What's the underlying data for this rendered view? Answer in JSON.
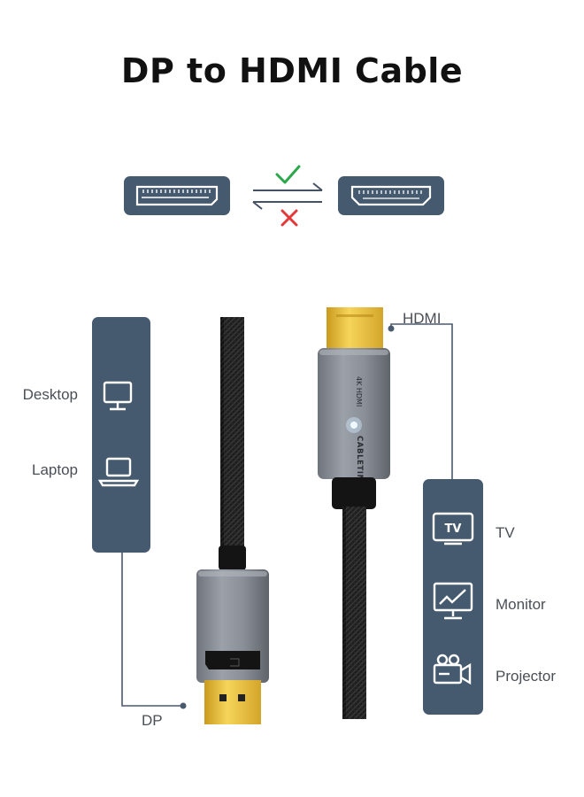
{
  "title": "DP to HDMI Cable",
  "colors": {
    "panel": "#465a6f",
    "check": "#2aa84a",
    "cross": "#e23a3a",
    "gold": "#e8c23a",
    "housing": "#8b9099",
    "cable": "#1c1c1c"
  },
  "source": {
    "devices": [
      {
        "label": "Desktop",
        "icon": "desktop-monitor-icon"
      },
      {
        "label": "Laptop",
        "icon": "laptop-icon"
      }
    ]
  },
  "display": {
    "devices": [
      {
        "label": "TV",
        "icon": "tv-icon"
      },
      {
        "label": "Monitor",
        "icon": "monitor-chart-icon"
      },
      {
        "label": "Projector",
        "icon": "projector-camera-icon"
      }
    ]
  },
  "connectors": {
    "dp_label": "DP",
    "hdmi_label": "HDMI",
    "brand_text": "CABLETIME",
    "spec_text": "4K HDMI"
  },
  "direction": {
    "forward": "check-icon",
    "reverse": "cross-icon"
  }
}
